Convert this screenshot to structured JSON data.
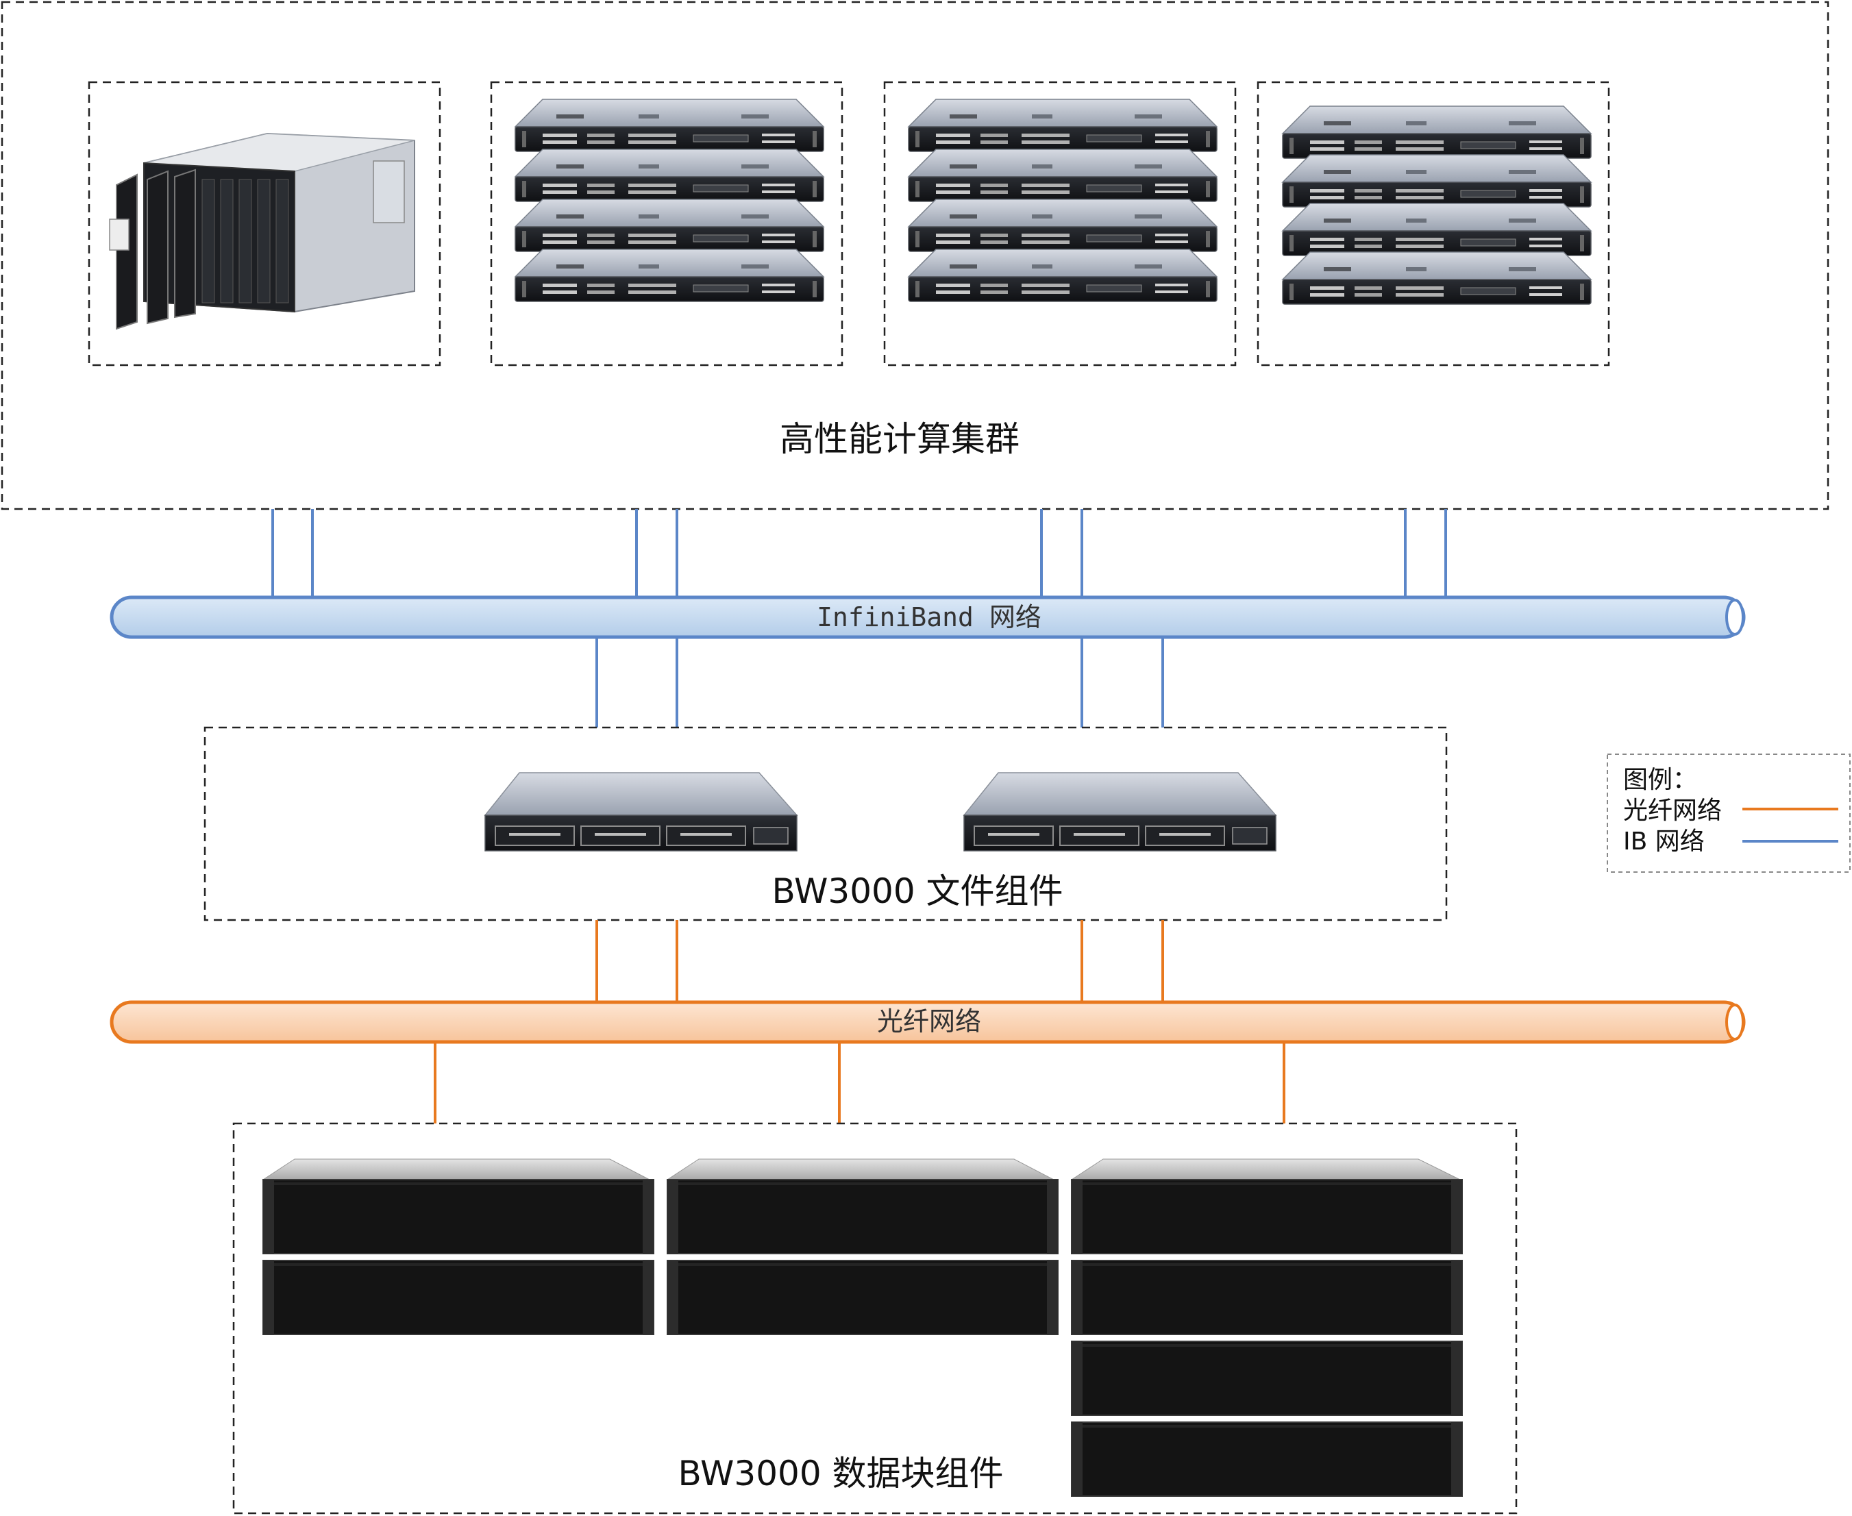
{
  "cluster": {
    "title": "高性能计算集群"
  },
  "buses": {
    "infiniband": {
      "label": "InfiniBand 网络",
      "fill": "#c5dbf2",
      "stroke": "#5b86c8"
    },
    "fiber": {
      "label": "光纤网络",
      "fill": "#fbd7b8",
      "stroke": "#e8791f"
    }
  },
  "file_component": {
    "title": "BW3000 文件组件"
  },
  "block_component": {
    "title": "BW3000 数据块组件"
  },
  "legend": {
    "title": "图例：",
    "items": [
      {
        "label": "光纤网络",
        "color": "#e8791f"
      },
      {
        "label": "IB 网络",
        "color": "#5b86c8"
      }
    ]
  }
}
